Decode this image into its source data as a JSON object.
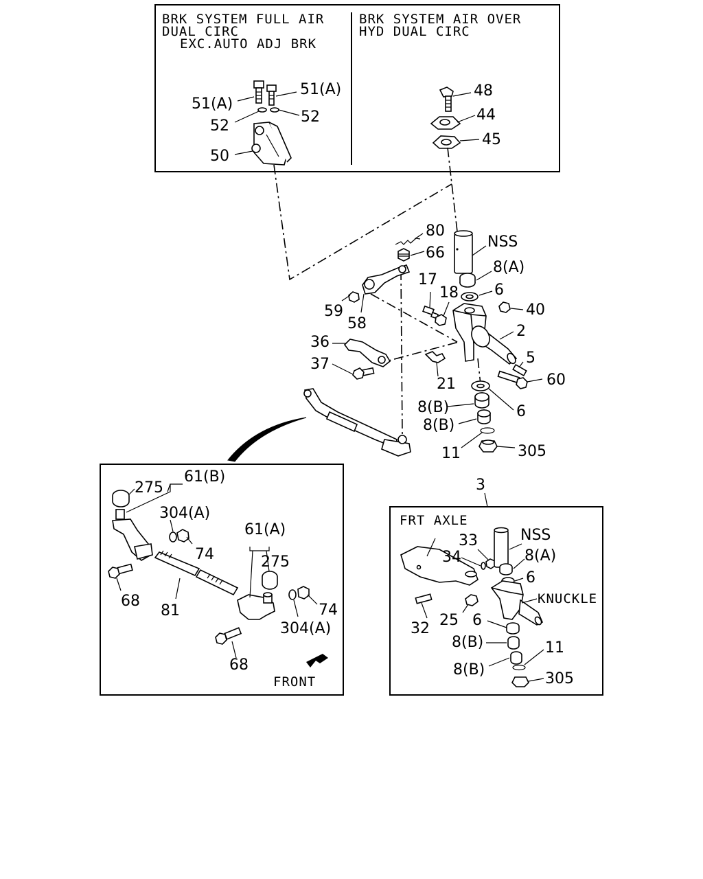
{
  "colors": {
    "ink": "#000000",
    "paper": "#ffffff"
  },
  "boxes": {
    "full_air": {
      "line1": "BRK SYSTEM FULL AIR",
      "line2": "DUAL CIRC",
      "line3": "EXC.AUTO ADJ BRK"
    },
    "air_over_hyd": {
      "line1": "BRK SYSTEM AIR OVER",
      "line2": "HYD DUAL CIRC"
    },
    "frt_axle": {
      "title": "FRT AXLE",
      "knuckle": "KNUCKLE"
    },
    "tie_rod": {
      "front": "FRONT"
    }
  },
  "labels": {
    "p51a_left": "51(A)",
    "p51a_right": "51(A)",
    "p52_left": "52",
    "p52_right": "52",
    "p50": "50",
    "p48": "48",
    "p44": "44",
    "p45": "45",
    "p80": "80",
    "p66": "66",
    "nss_main": "NSS",
    "p8a_main": "8(A)",
    "p6_upper": "6",
    "p17": "17",
    "p18": "18",
    "p40": "40",
    "p59": "59",
    "p58": "58",
    "p2": "2",
    "p36": "36",
    "p37": "37",
    "p5": "5",
    "p21": "21",
    "p60": "60",
    "p8b_main_1": "8(B)",
    "p6_lower": "6",
    "p8b_main_2": "8(B)",
    "p11_main": "11",
    "p305_main": "305",
    "p3": "3",
    "p275_left": "275",
    "p61b": "61(B)",
    "p304a_left": "304(A)",
    "p74_left": "74",
    "p68_left": "68",
    "p81": "81",
    "p61a": "61(A)",
    "p275_right": "275",
    "p74_right": "74",
    "p304a_right": "304(A)",
    "p68_right": "68",
    "p33": "33",
    "p34": "34",
    "nss_axle": "NSS",
    "p8a_axle": "8(A)",
    "p6_axle_1": "6",
    "p32": "32",
    "p25": "25",
    "p6_axle_2": "6",
    "p8b_axle_1": "8(B)",
    "p11_axle": "11",
    "p8b_axle_2": "8(B)",
    "p305_axle": "305"
  },
  "icons": {
    "front_arrow": "front-arrow-icon"
  }
}
